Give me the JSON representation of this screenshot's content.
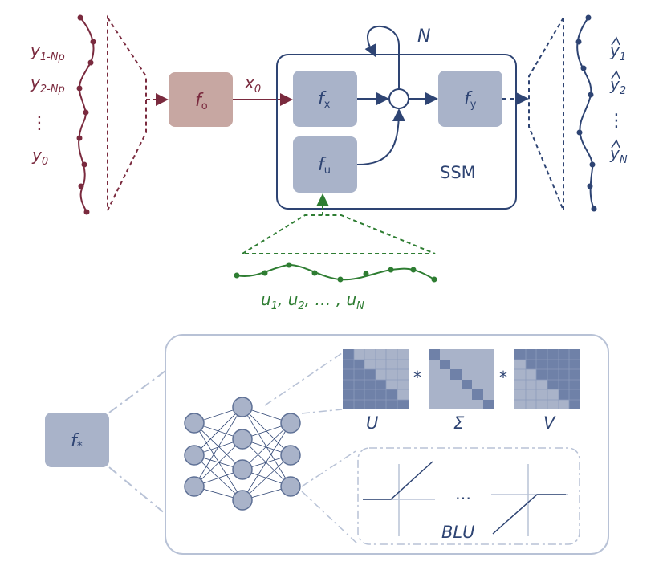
{
  "colors": {
    "blue": "#2e4473",
    "box_fill": "#a9b3c9",
    "red": "#7a2a3e",
    "f0_fill": "#c7a7a2",
    "green": "#2e7d32",
    "light": "#b8c2d6"
  },
  "past_outputs": {
    "y1": "y",
    "y1_sub": "1-Np",
    "y2": "y",
    "y2_sub": "2-Np",
    "dots": "⋮",
    "y0": "y",
    "y0_sub": "0"
  },
  "f0": {
    "f": "f",
    "sub": "o"
  },
  "x0": {
    "x": "x",
    "sub": "0"
  },
  "ssm": {
    "label": "SSM",
    "fx": {
      "f": "f",
      "sub": "x"
    },
    "fu": {
      "f": "f",
      "sub": "u"
    },
    "fy": {
      "f": "f",
      "sub": "y"
    },
    "loop_label": "N"
  },
  "predictions": {
    "y1": "y",
    "y1_sub": "1",
    "y2": "y",
    "y2_sub": "2",
    "dots": "⋮",
    "yN": "y",
    "yN_sub": "N"
  },
  "inputs": {
    "u1": "u",
    "u1_sub": "1",
    "u2": "u",
    "u2_sub": "2",
    "ellipsis": "… ,",
    "uN": "u",
    "uN_sub": "N"
  },
  "fstar": {
    "f": "f",
    "sub": "*"
  },
  "matrices": {
    "u": "U",
    "sigma": "Σ",
    "v": "V",
    "op1": "*",
    "op2": "*"
  },
  "activations": {
    "ellipsis": "…",
    "label": "BLU"
  }
}
